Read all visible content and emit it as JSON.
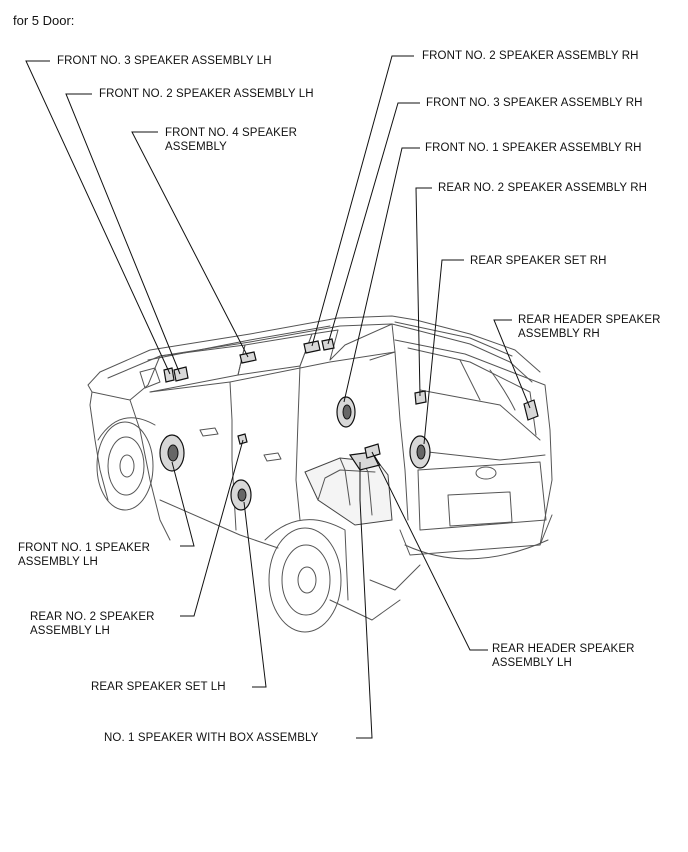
{
  "heading": "for 5 Door:",
  "labels": {
    "front_no3_lh": "FRONT NO. 3 SPEAKER ASSEMBLY LH",
    "front_no2_lh": "FRONT NO. 2 SPEAKER ASSEMBLY LH",
    "front_no4": "FRONT NO. 4 SPEAKER\nASSEMBLY",
    "front_no2_rh": "FRONT NO. 2 SPEAKER ASSEMBLY RH",
    "front_no3_rh": "FRONT NO. 3 SPEAKER ASSEMBLY RH",
    "front_no1_rh": "FRONT NO. 1 SPEAKER ASSEMBLY RH",
    "rear_no2_rh": "REAR NO. 2 SPEAKER ASSEMBLY RH",
    "rear_set_rh": "REAR SPEAKER SET RH",
    "rear_header_rh": "REAR HEADER SPEAKER\nASSEMBLY RH",
    "front_no1_lh": "FRONT NO. 1 SPEAKER\nASSEMBLY LH",
    "rear_no2_lh": "REAR NO. 2 SPEAKER\nASSEMBLY LH",
    "rear_set_lh": "REAR SPEAKER SET LH",
    "no1_box": "NO. 1 SPEAKER WITH BOX ASSEMBLY",
    "rear_header_lh": "REAR HEADER SPEAKER\nASSEMBLY LH"
  }
}
